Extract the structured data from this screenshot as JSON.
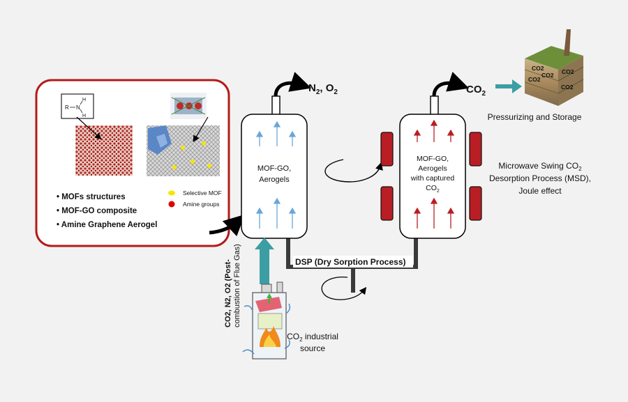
{
  "materials": {
    "bullets": [
      "• MOFs structures",
      "• MOF-GO composite",
      "• Amine Graphene Aerogel"
    ],
    "legend": [
      {
        "label": "Selective MOF",
        "color": "#f5e600"
      },
      {
        "label": "Amine groups",
        "color": "#e00000"
      }
    ],
    "molecule": {
      "r": "R",
      "n": "N",
      "h1": "H",
      "h2": "H"
    }
  },
  "adsorber": {
    "label_line1": "MOF-GO,",
    "label_line2": "Aerogels",
    "exhaust": "N",
    "exhaust_sub": "2",
    "exhaust_sep": ", O",
    "exhaust_sub2": "2"
  },
  "desorber": {
    "label_line1": "MOF-GO,",
    "label_line2": "Aerogels",
    "label_line3": "with captured",
    "label_line4": "CO",
    "label_line4_sub": "2",
    "exhaust": "CO",
    "exhaust_sub": "2"
  },
  "storage": {
    "caption": "Pressurizing and Storage",
    "labels": [
      "CO2",
      "CO2",
      "CO2",
      "CO2",
      "CO2"
    ]
  },
  "msd": {
    "line1": "Microwave Swing CO",
    "line1_sub": "2",
    "line2": "Desorption Process (MSD),",
    "line3": "Joule effect"
  },
  "dsp": {
    "label": "DSP (Dry Sorption Process)"
  },
  "source": {
    "line1": "CO",
    "line1_sub": "2",
    "line1_rest": " industrial",
    "line2": "source"
  },
  "flue": {
    "line1": "CO2, N2, O2 (Post-",
    "line2": "combustion of Flue Gas)"
  },
  "colors": {
    "frame": "#b31b1b",
    "teal": "#3c9ea3",
    "heater": "#b81e24",
    "pipe": "#3a3a3a",
    "blue_arrow": "#6aa6d8",
    "red_arrow": "#b81e24"
  }
}
